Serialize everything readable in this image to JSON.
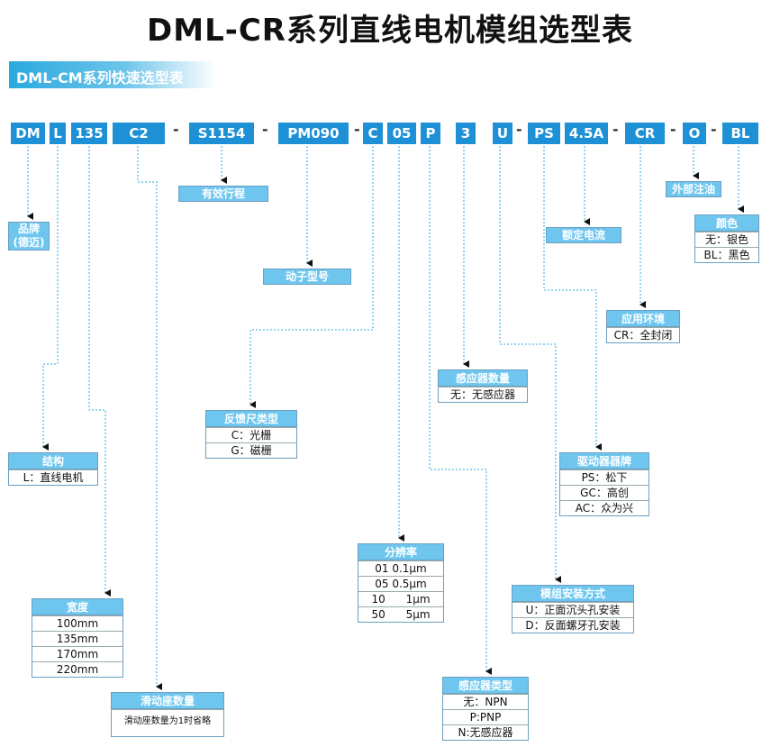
{
  "title": "DML-CR系列直线电机模组选型表",
  "subtitle": "DML-CM系列快速选型表",
  "codes": [
    "DM",
    "L",
    "135",
    "C2",
    "S1154",
    "PM090",
    "C",
    "05",
    "P",
    "3",
    "U",
    "PS",
    "4.5A",
    "CR",
    "O",
    "BL"
  ],
  "dash": "-",
  "labels": {
    "brand": "品牌\n(德迈)",
    "stroke": "有效行程",
    "mover": "动子型号",
    "current": "额定电流",
    "oil": "外部注油"
  },
  "tables": {
    "color": {
      "header": "颜色",
      "rows": [
        "无：银色",
        "BL：黑色"
      ]
    },
    "application": {
      "header": "应用环境",
      "rows": [
        "CR：全封闭"
      ]
    },
    "sensor_count": {
      "header": "感应器数量",
      "rows": [
        "无：无感应器"
      ]
    },
    "feedback": {
      "header": "反馈尺类型",
      "rows": [
        "C：光栅",
        "G：磁栅"
      ]
    },
    "structure": {
      "header": "结构",
      "rows": [
        "L：直线电机"
      ]
    },
    "driver": {
      "header": "驱动器器牌",
      "rows": [
        "PS：松下",
        "GC：高创",
        "AC：众为兴"
      ]
    },
    "resolution": {
      "header": "分辨率",
      "rows": [
        "01 0.1μm",
        "05 0.5μm",
        "10      1μm",
        "50      5μm"
      ]
    },
    "mounting": {
      "header": "模组安装方式",
      "rows": [
        "U：正面沉头孔安装",
        "D：反面螺牙孔安装"
      ]
    },
    "width": {
      "header": "宽度",
      "rows": [
        "100mm",
        "135mm",
        "170mm",
        "220mm"
      ]
    },
    "slider": {
      "header": "滑动座数量",
      "rows": [
        "滑动座数量为1时省略"
      ]
    },
    "sensor_type": {
      "header": "感应器类型",
      "rows": [
        "无：NPN",
        "P:PNP",
        "N:无感应器"
      ]
    }
  },
  "colors": {
    "code_bg": "#1e90d6",
    "header_bg": "#6ec6ef",
    "line": "#2aa9df"
  }
}
